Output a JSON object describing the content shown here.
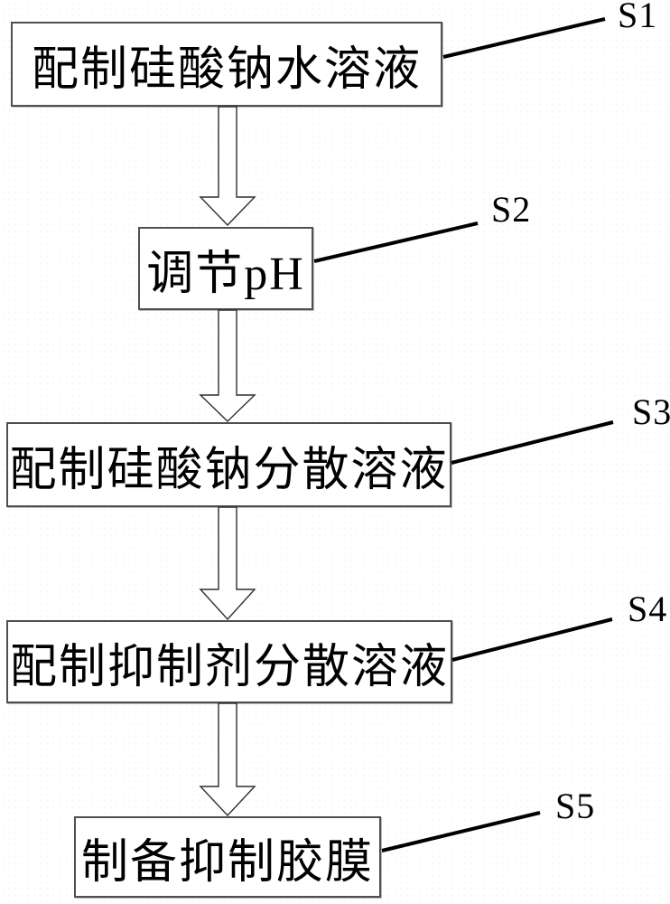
{
  "figure": {
    "type": "flowchart",
    "background_color": "#ffffff",
    "box_border_color": "#4f4f4f",
    "box_fill_color": "#ffffff",
    "line_color": "#000000",
    "text_color": "#000000",
    "flow_direction": "top-to-bottom"
  },
  "steps": [
    {
      "id": "S1",
      "label": "配制硅酸钠水溶液"
    },
    {
      "id": "S2",
      "label": "调节pH"
    },
    {
      "id": "S3",
      "label": "配制硅酸钠分散溶液"
    },
    {
      "id": "S4",
      "label": "配制抑制剂分散溶液"
    },
    {
      "id": "S5",
      "label": "制备抑制胶膜"
    }
  ],
  "connections": [
    {
      "from": "S1",
      "to": "S2",
      "style": "hollow-down-arrow"
    },
    {
      "from": "S2",
      "to": "S3",
      "style": "hollow-down-arrow"
    },
    {
      "from": "S3",
      "to": "S4",
      "style": "hollow-down-arrow"
    },
    {
      "from": "S4",
      "to": "S5",
      "style": "hollow-down-arrow"
    }
  ]
}
